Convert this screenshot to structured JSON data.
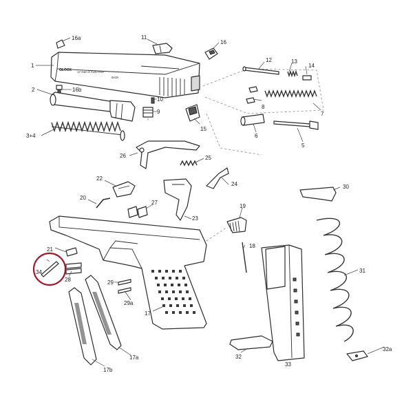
{
  "diagram": {
    "labels": {
      "p1": "1",
      "p2": "2",
      "p3_4": "3+4",
      "p5": "5",
      "p6": "6",
      "p7": "7",
      "p8": "8",
      "p9": "9",
      "p10": "10",
      "p11": "11",
      "p12": "12",
      "p13": "13",
      "p14": "14",
      "p15": "15",
      "p16": "16",
      "p16a": "16a",
      "p16b": "16b",
      "p17": "17",
      "p17a": "17a",
      "p17b": "17b",
      "p18": "18",
      "p19": "19",
      "p20": "20",
      "p21": "21",
      "p22": "22",
      "p23": "23",
      "p24": "24",
      "p25": "25",
      "p26": "26",
      "p27": "27",
      "p28": "28",
      "p29": "29",
      "p29a": "29a",
      "p30": "30",
      "p31": "31",
      "p32": "32",
      "p32a": "32a",
      "p33": "33",
      "p34": "34"
    },
    "slide_marking": "17 Gen 4   AUSTRIA",
    "slide_caliber": "9x19",
    "slide_logo": "GLOCK",
    "highlight_color": "#a01a2c",
    "line_color": "#2b2b2b"
  }
}
